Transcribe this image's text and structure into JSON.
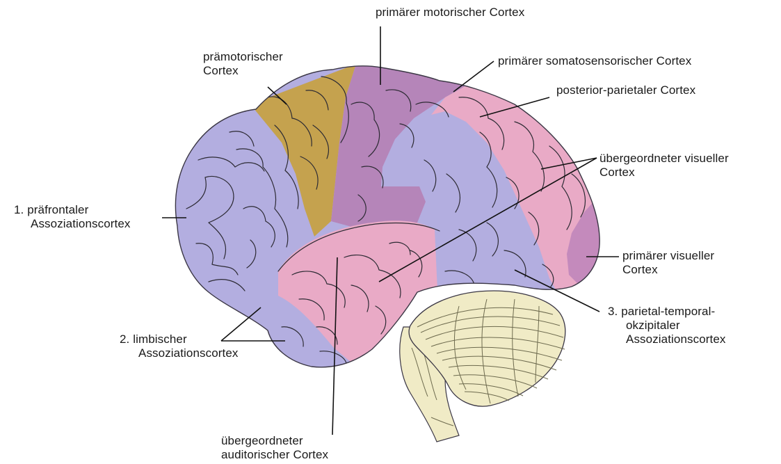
{
  "labels": {
    "primary_motor": [
      "primärer motorischer Cortex"
    ],
    "premotor": [
      "prämotorischer",
      "Cortex"
    ],
    "primary_somatosensory": [
      "primärer somatosensorischer Cortex"
    ],
    "posterior_parietal": [
      "posterior-parietaler Cortex"
    ],
    "higher_visual": [
      "übergeordneter visueller",
      "Cortex"
    ],
    "prefrontal": [
      "1. präfrontaler",
      "Assoziationscortex"
    ],
    "primary_visual": [
      "primärer visueller",
      "Cortex"
    ],
    "parietal_temporal_occipital": [
      "3. parietal-temporal-",
      "okzipitaler",
      "Assoziationscortex"
    ],
    "limbic": [
      "2. limbischer",
      "Assoziationscortex"
    ],
    "higher_auditory": [
      "übergeordneter",
      "auditorischer Cortex"
    ]
  },
  "colors": {
    "association_blue": "#b3aee0",
    "premotor_gold": "#c5a24e",
    "motor_purple": "#b585b9",
    "pink": "#e9aac6",
    "visual_magenta": "#c48abc",
    "cerebellum": "#f0ebc6"
  }
}
